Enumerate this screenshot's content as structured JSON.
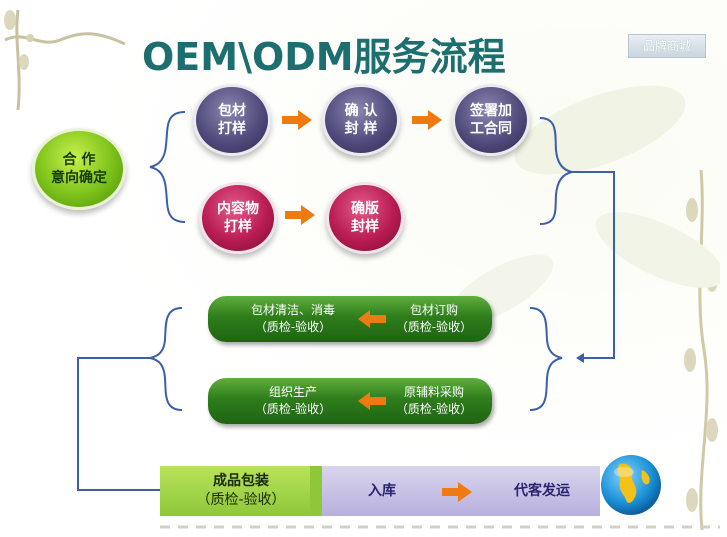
{
  "title": "OEM\\ODM服务流程",
  "badge": "品牌商城",
  "start_node": {
    "line1": "合 作",
    "line2": "意向确定"
  },
  "top_row": [
    {
      "line1": "包材",
      "line2": "打样"
    },
    {
      "line1": "确 认",
      "line2": "封 样"
    },
    {
      "line1": "签署加",
      "line2": "工合同"
    }
  ],
  "second_row": [
    {
      "line1": "内容物",
      "line2": "打样"
    },
    {
      "line1": "确版",
      "line2": "封样"
    }
  ],
  "pills": [
    {
      "left_line1": "包材清洁、消毒",
      "left_line2": "（质检-验收）",
      "right_line1": "包材订购",
      "right_line2": "（质检-验收）"
    },
    {
      "left_line1": "组织生产",
      "left_line2": "（质检-验收）",
      "right_line1": "原辅料采购",
      "right_line2": "（质检-验收）"
    }
  ],
  "bottom_bar": {
    "step1_line1": "成品包装",
    "step1_line2": "（质检-验收）",
    "step2": "入库",
    "step3": "代客发运"
  },
  "colors": {
    "title": "#1d6e6e",
    "arrow_orange": "#f07a12",
    "connector_blue": "#3b5fa8",
    "pill_green": "#2e7d1c"
  }
}
